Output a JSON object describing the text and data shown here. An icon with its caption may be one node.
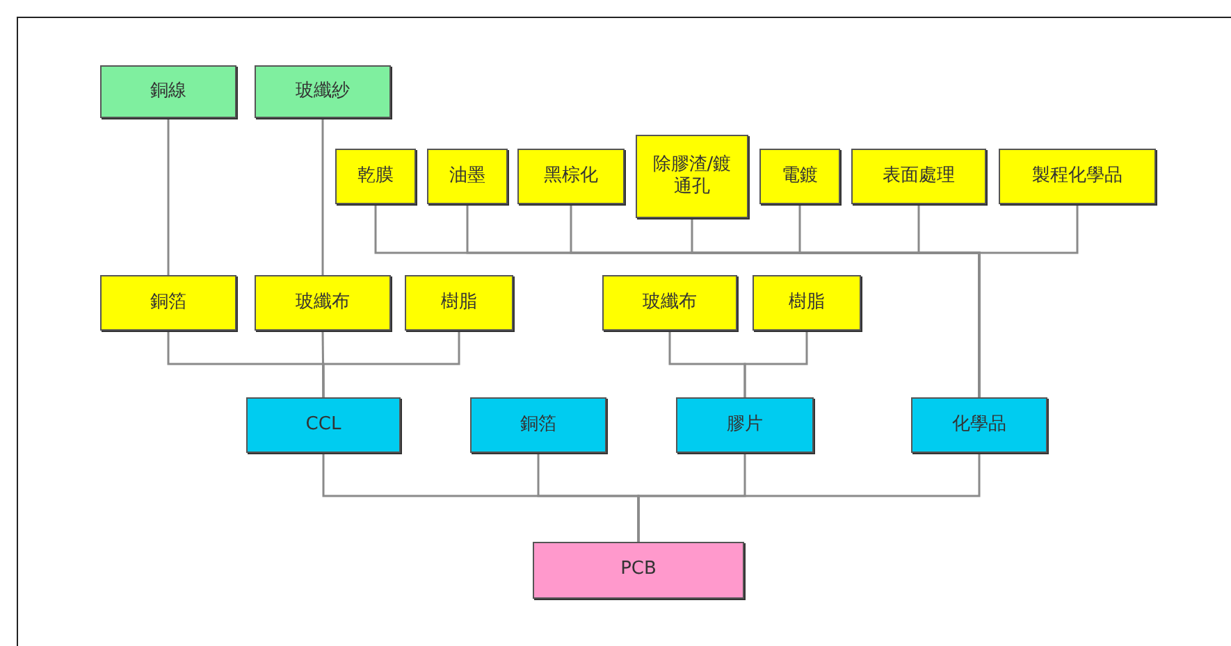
{
  "diagram": {
    "nodes": [
      {
        "text": [
          "銅線"
        ]
      },
      {
        "text": [
          "玻纖紗"
        ]
      },
      {
        "text": [
          "乾膜"
        ]
      },
      {
        "text": [
          "油墨"
        ]
      },
      {
        "text": [
          "黑棕化"
        ]
      },
      {
        "text": [
          "除膠渣/鍍通孔"
        ]
      },
      {
        "text": [
          "電鍍"
        ]
      },
      {
        "text": [
          "表面處理"
        ]
      },
      {
        "text": [
          "製程化學品"
        ]
      },
      {
        "text": [
          "銅箔"
        ]
      },
      {
        "text": [
          "玻纖布"
        ]
      },
      {
        "text": [
          "樹脂"
        ]
      },
      {
        "text": [
          "玻纖布"
        ]
      },
      {
        "text": [
          "樹脂"
        ]
      },
      {
        "text": [
          "CCL"
        ]
      },
      {
        "text": [
          "銅箔"
        ]
      },
      {
        "text": [
          "膠片"
        ]
      },
      {
        "text": [
          "化學品"
        ]
      },
      {
        "text": [
          "PCB"
        ]
      }
    ],
    "edges": [
      {
        "from": 0,
        "to": 9,
        "arrow": "none"
      },
      {
        "from": 1,
        "to": 10,
        "arrow": "none"
      },
      {
        "from": 2,
        "to": 17,
        "arrow": "none"
      },
      {
        "from": 3,
        "to": 17,
        "arrow": "none"
      },
      {
        "from": 4,
        "to": 17,
        "arrow": "none"
      },
      {
        "from": 5,
        "to": 17,
        "arrow": "none"
      },
      {
        "from": 6,
        "to": 17,
        "arrow": "none"
      },
      {
        "from": 7,
        "to": 17,
        "arrow": "none"
      },
      {
        "from": 8,
        "to": 17,
        "arrow": "none"
      },
      {
        "from": 9,
        "to": 14,
        "arrow": "none"
      },
      {
        "from": 10,
        "to": 14,
        "arrow": "none"
      },
      {
        "from": 11,
        "to": 14,
        "arrow": "none"
      },
      {
        "from": 12,
        "to": 16,
        "arrow": "none"
      },
      {
        "from": 13,
        "to": 16,
        "arrow": "none"
      },
      {
        "from": 14,
        "to": 18,
        "arrow": "none"
      },
      {
        "from": 15,
        "to": 18,
        "arrow": "none"
      },
      {
        "from": 16,
        "to": 18,
        "arrow": "none"
      },
      {
        "from": 17,
        "to": 18,
        "arrow": "none"
      }
    ]
  }
}
